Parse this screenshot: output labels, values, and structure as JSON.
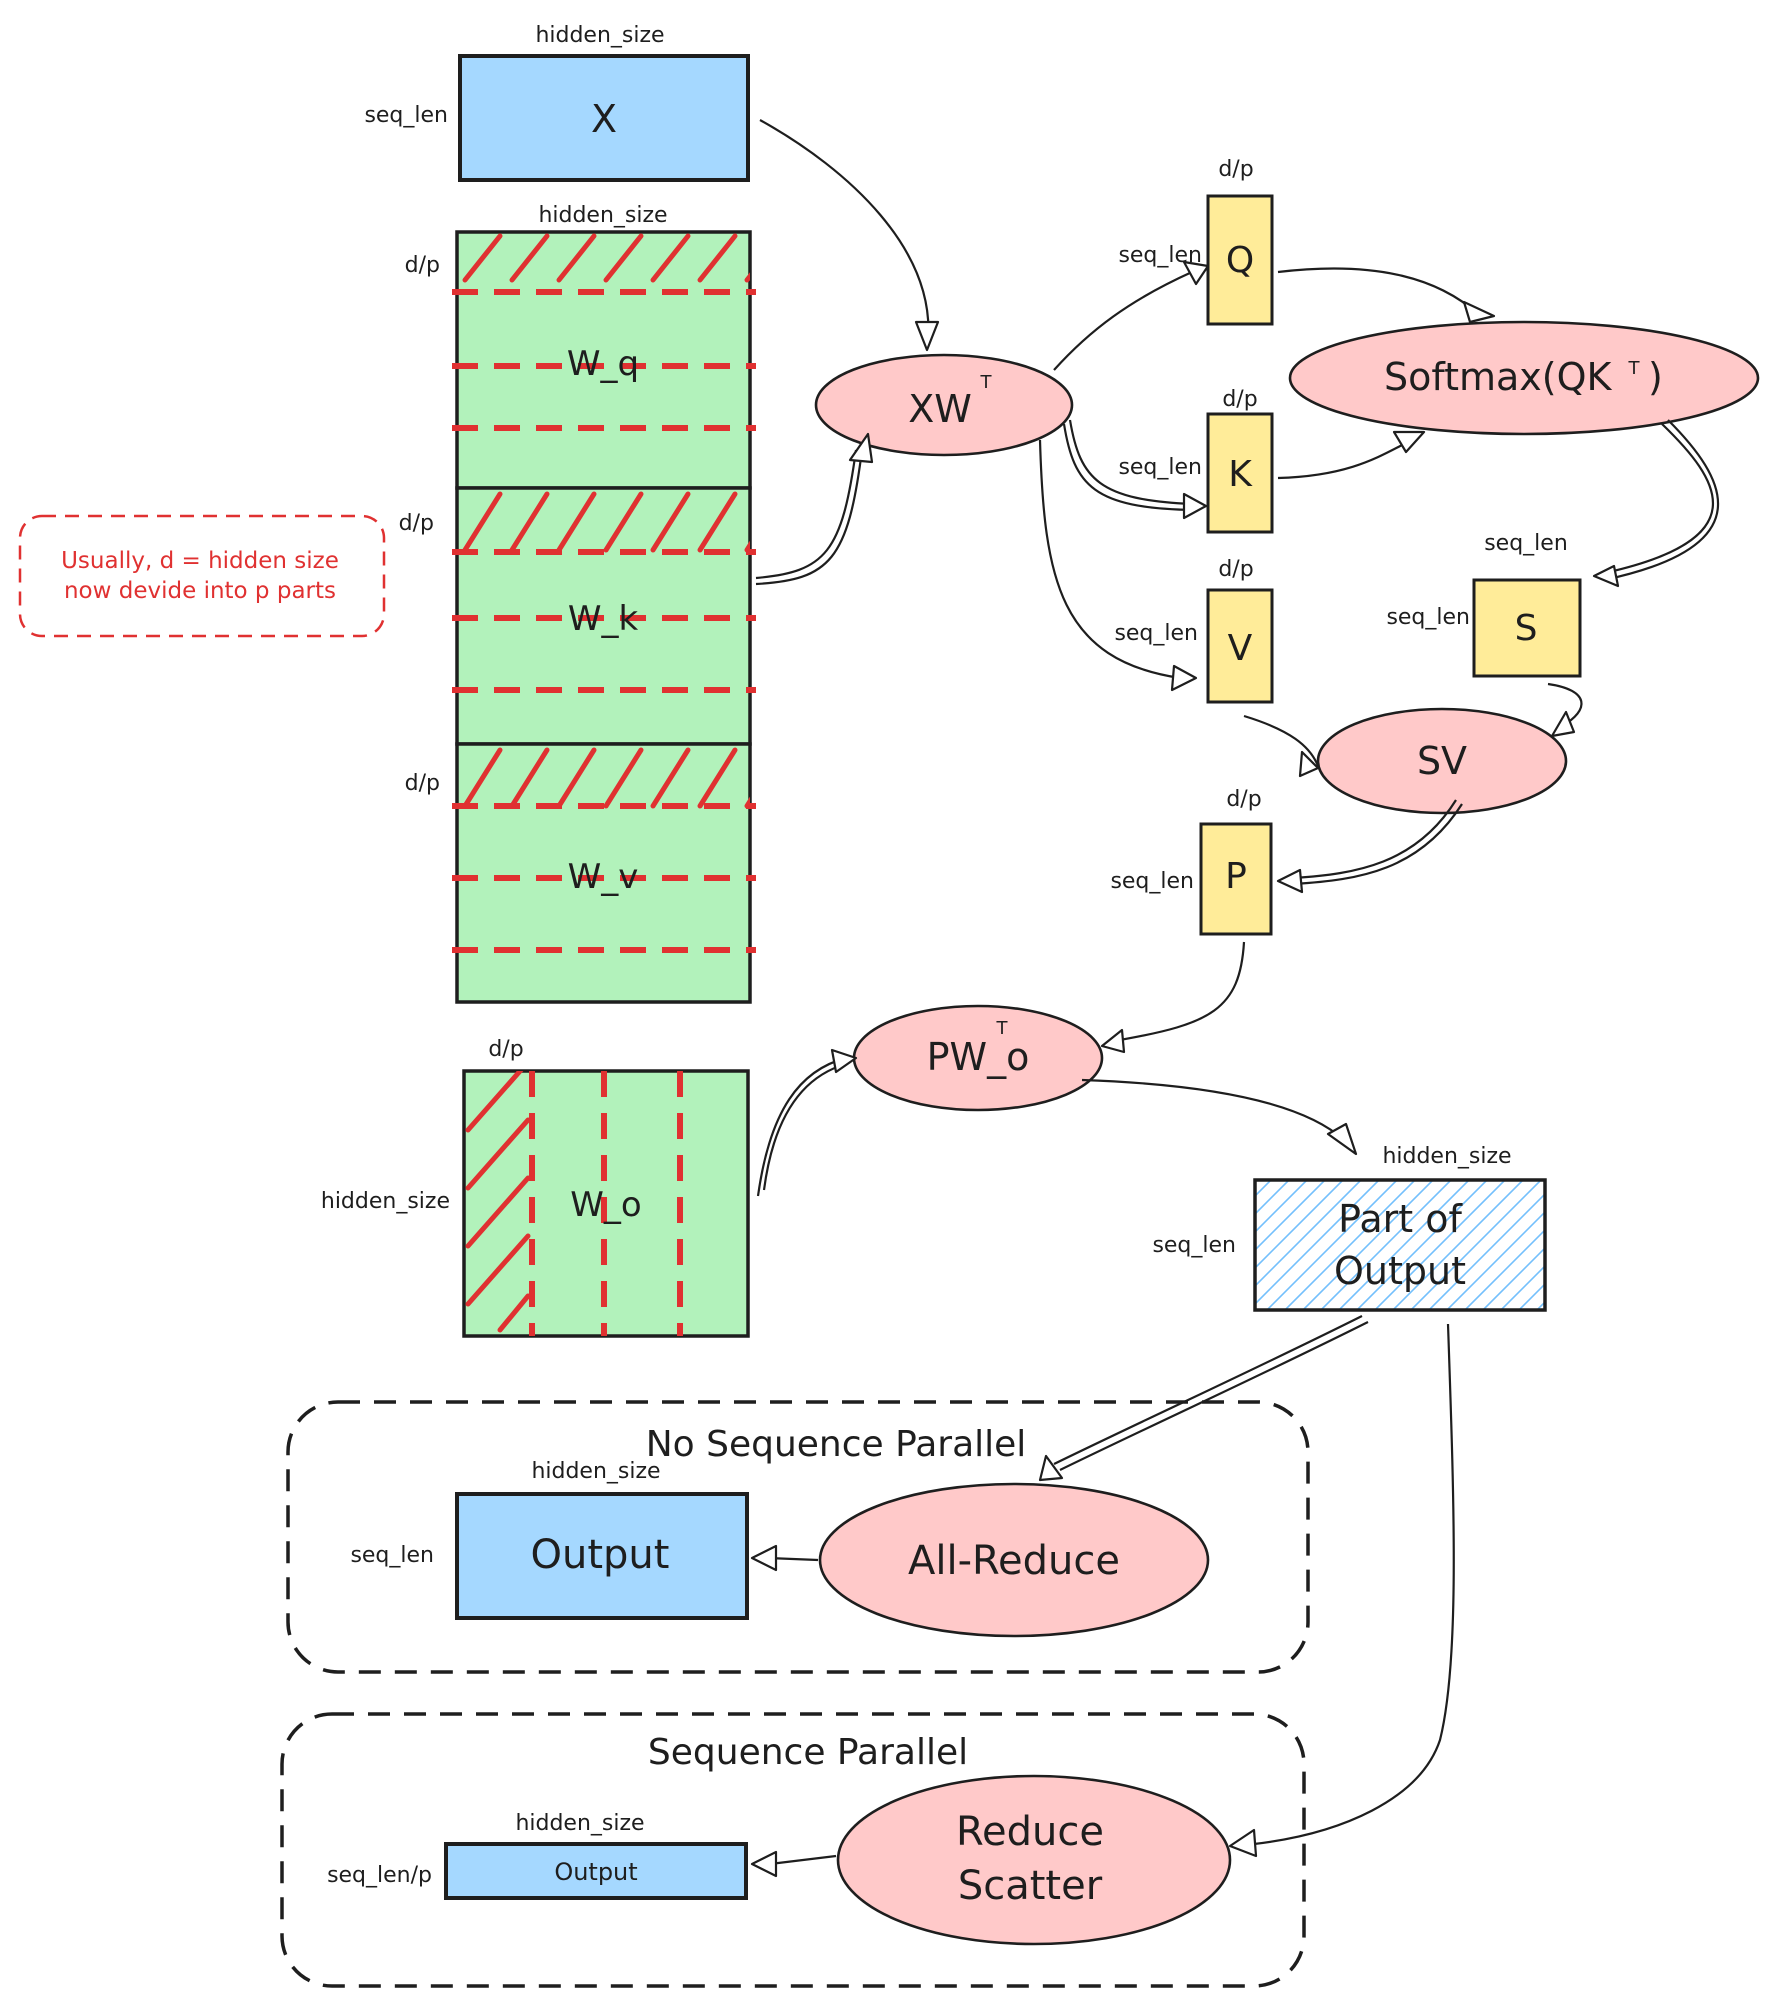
{
  "input": {
    "name": "X",
    "col_label": "hidden_size",
    "row_label": "seq_len"
  },
  "weights": {
    "col_label": "hidden_size",
    "shard_label": "d/p",
    "wq": "W_q",
    "wk": "W_k",
    "wv": "W_v",
    "wo": {
      "name": "W_o",
      "col_label": "d/p",
      "row_label": "hidden_size"
    }
  },
  "note": {
    "line1": "Usually, d = hidden size",
    "line2": "now devide into p parts"
  },
  "ops": {
    "xw": "XW",
    "transpose": "T",
    "softmax": "Softmax(QK",
    "softmax_close": ")",
    "sv": "SV",
    "pwo": "PW_o",
    "all_reduce": "All-Reduce",
    "reduce_scatter_1": "Reduce",
    "reduce_scatter_2": "Scatter"
  },
  "tensors": {
    "q": {
      "name": "Q",
      "col_label": "d/p",
      "row_label": "seq_len"
    },
    "k": {
      "name": "K",
      "col_label": "d/p",
      "row_label": "seq_len"
    },
    "v": {
      "name": "V",
      "col_label": "d/p",
      "row_label": "seq_len"
    },
    "s": {
      "name": "S",
      "col_label": "seq_len",
      "row_label": "seq_len"
    },
    "p": {
      "name": "P",
      "col_label": "d/p",
      "row_label": "seq_len"
    },
    "part_output": {
      "line1": "Part of",
      "line2": "Output",
      "col_label": "hidden_size",
      "row_label": "seq_len"
    }
  },
  "groups": {
    "no_sp": {
      "title": "No Sequence Parallel",
      "output": {
        "name": "Output",
        "col_label": "hidden_size",
        "row_label": "seq_len"
      }
    },
    "sp": {
      "title": "Sequence Parallel",
      "output": {
        "name": "Output",
        "col_label": "hidden_size",
        "row_label": "seq_len/p"
      }
    }
  },
  "colors": {
    "blue": "#a5d8ff",
    "green": "#b2f2bb",
    "yellow": "#ffec99",
    "pink": "#ffc9c9",
    "red": "#e03131",
    "stroke": "#1e1e1e"
  }
}
